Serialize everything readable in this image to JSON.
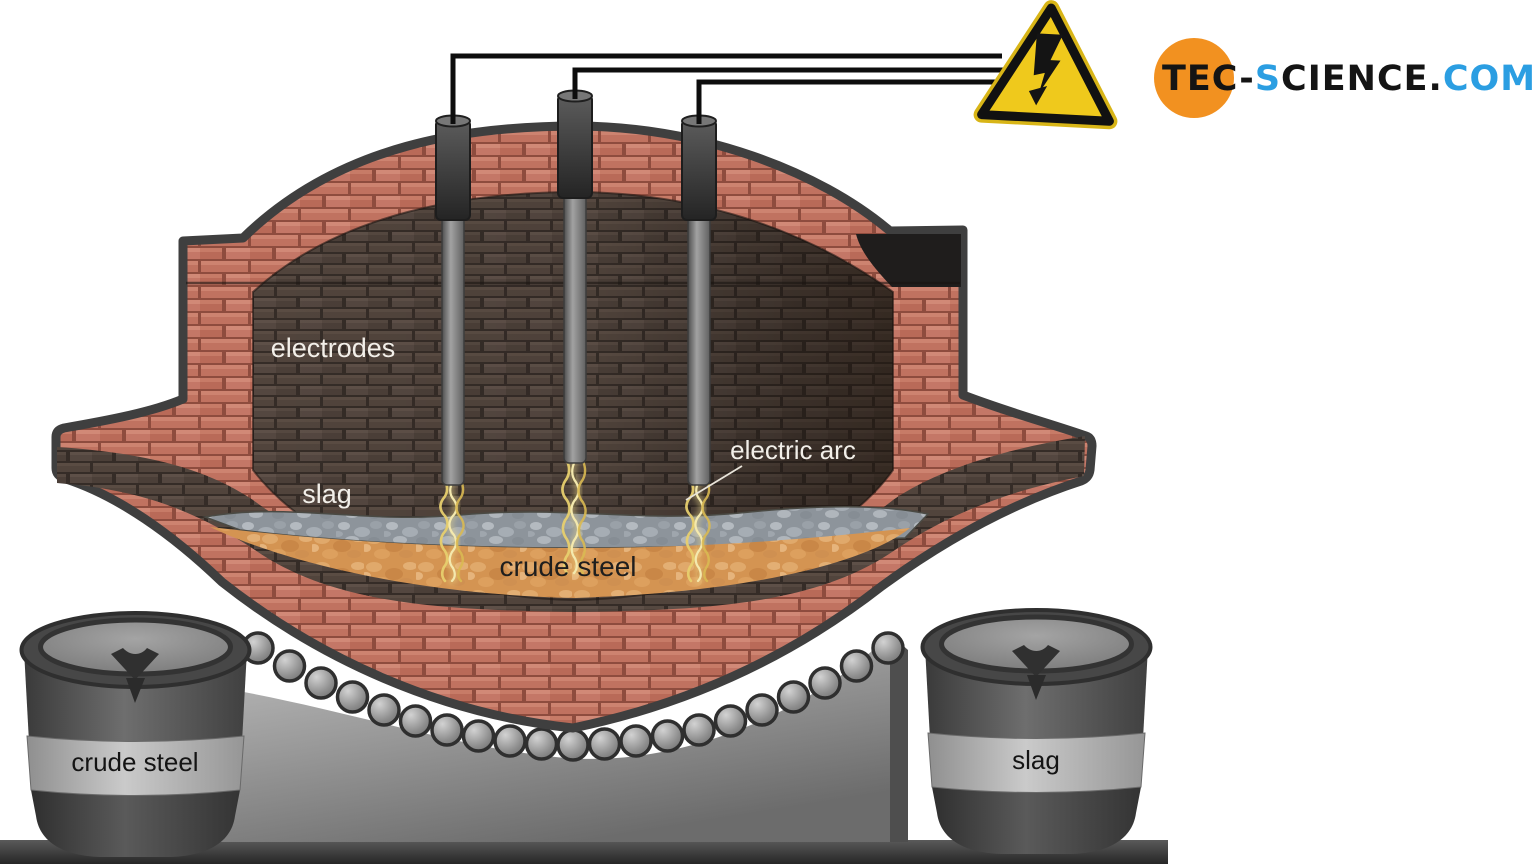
{
  "logo": {
    "part1": "TEC-",
    "part2": "S",
    "part3": "CIENCE.",
    "part4": "COM",
    "orange": "#f29120",
    "blue": "#2b9ee2",
    "black": "#141414"
  },
  "furnace": {
    "label_electrodes": "electrodes",
    "label_slag": "slag",
    "label_electric_arc": "electric arc",
    "label_crude_steel": "crude steel",
    "electrodes_count": 3,
    "rollers_count": 21,
    "colors": {
      "outer_brick": "#c07260",
      "inner_brick": "#51443c",
      "slag_layer": "#8d949b",
      "crude_steel_melt": "#d49452",
      "outline": "#3f3f3f"
    }
  },
  "ladles": {
    "left_label": "crude steel",
    "right_label": "slag",
    "band_color": "#c2c2c2",
    "body_color": "#4a4a4a"
  },
  "warning_sign": {
    "icon": "high-voltage-icon",
    "color": "#efc91c"
  }
}
